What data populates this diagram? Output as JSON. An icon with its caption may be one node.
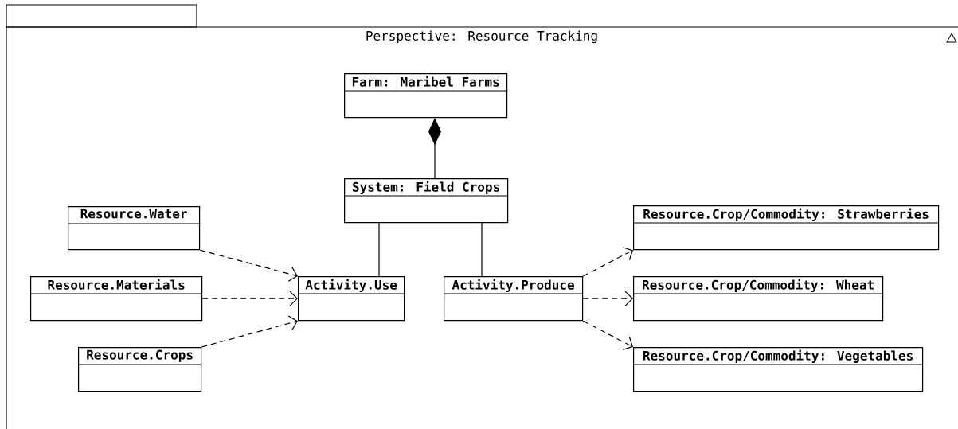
{
  "diagram": {
    "nodes": [
      {
        "text": [
          "Perspective: Resource Tracking"
        ]
      },
      {
        "text": [
          "Farm: Maribel Farms"
        ],
        "in": 0
      },
      {
        "text": [
          "System: Field Crops"
        ],
        "in": 0
      },
      {
        "text": [
          "Resource.Water"
        ],
        "in": 0
      },
      {
        "text": [
          "Resource.Materials"
        ],
        "in": 0
      },
      {
        "text": [
          "Resource.Crops"
        ],
        "in": 0
      },
      {
        "text": [
          "Activity.Use"
        ],
        "in": 0
      },
      {
        "text": [
          "Activity.Produce"
        ],
        "in": 0
      },
      {
        "text": [
          "Resource.Crop/Commodity: Strawberries"
        ],
        "in": 0
      },
      {
        "text": [
          "Resource.Crop/Commodity: Wheat"
        ],
        "in": 0
      },
      {
        "text": [
          "Resource.Crop/Commodity: Vegetables"
        ],
        "in": 0
      }
    ],
    "edges": [
      {
        "from": 2,
        "to": 1,
        "arrow": "other"
      },
      {
        "from": 6,
        "to": 2,
        "arrow": "none"
      },
      {
        "from": 7,
        "to": 2,
        "arrow": "none"
      },
      {
        "from": 3,
        "to": 6,
        "arrow": "to",
        "style": "dashed"
      },
      {
        "from": 4,
        "to": 6,
        "arrow": "to",
        "style": "dashed"
      },
      {
        "from": 5,
        "to": 6,
        "arrow": "to",
        "style": "dashed"
      },
      {
        "from": 7,
        "to": 8,
        "arrow": "to",
        "style": "dashed"
      },
      {
        "from": 7,
        "to": 9,
        "arrow": "to",
        "style": "dashed"
      },
      {
        "from": 7,
        "to": 10,
        "arrow": "to",
        "style": "dashed"
      }
    ]
  }
}
